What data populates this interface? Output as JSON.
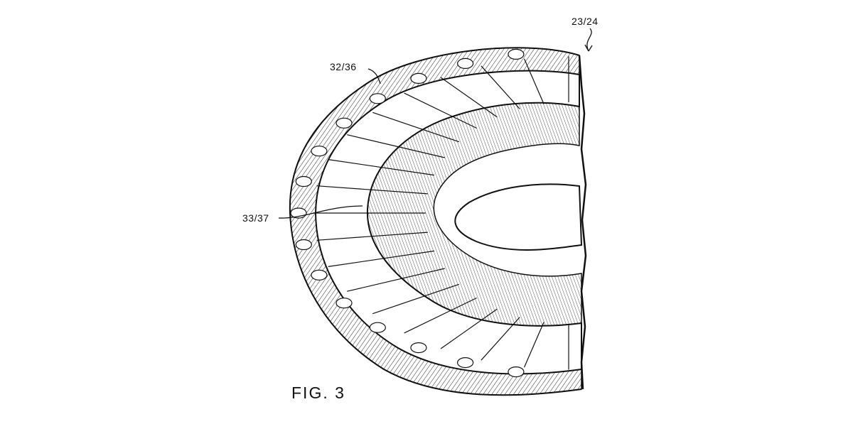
{
  "figure": {
    "label": "FIG. 3",
    "reference_numerals": {
      "core": "23/24",
      "outer_winding": "32/36",
      "inner_winding": "33/37"
    }
  },
  "colors": {
    "ink": "#111111",
    "paper": "#ffffff"
  }
}
